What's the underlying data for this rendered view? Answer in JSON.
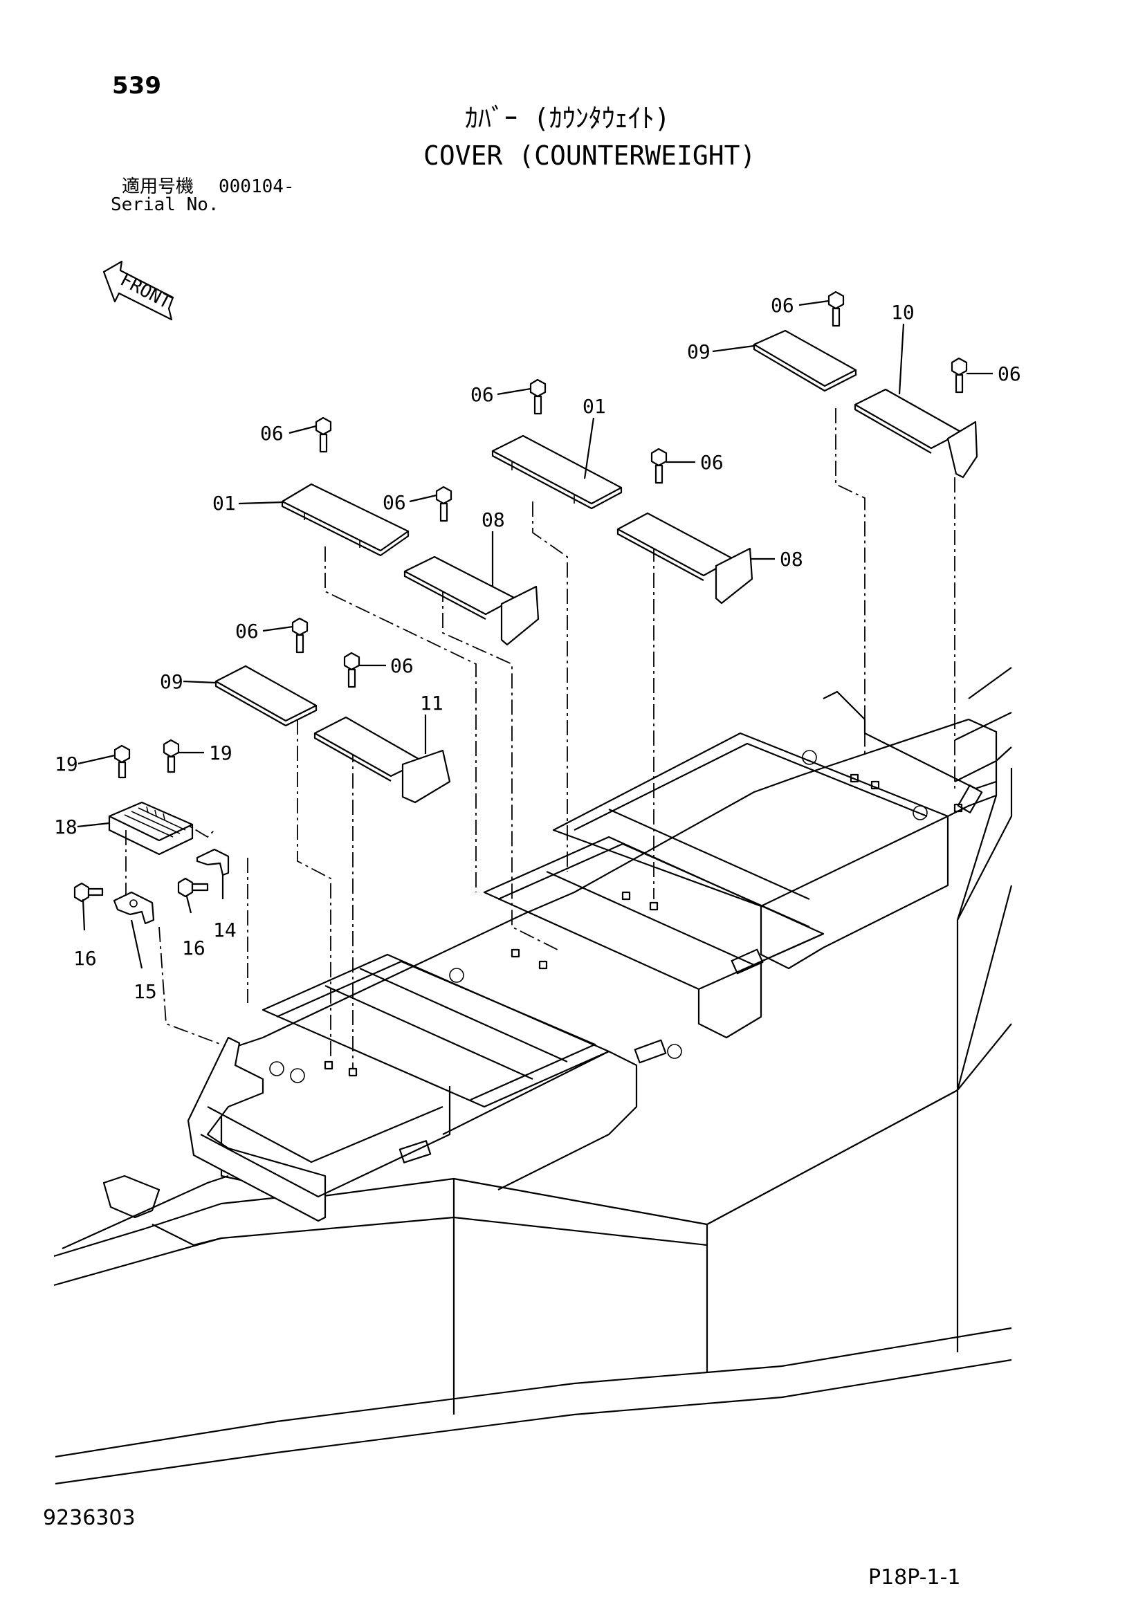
{
  "header": {
    "page_number": "539",
    "title_jp": "ｶﾊﾞｰ (ｶｳﾝﾀｳｪｲﾄ)",
    "title_en": "COVER (COUNTERWEIGHT)",
    "serial_jp": "適用号機",
    "serial_value": "000104-",
    "serial_en": "Serial No."
  },
  "front_arrow": {
    "label": "FRONT",
    "icon": "front-arrow-icon"
  },
  "callouts": {
    "c01a": "01",
    "c01b": "01",
    "c06a": "06",
    "c06b": "06",
    "c06c": "06",
    "c06d": "06",
    "c06e": "06",
    "c06f": "06",
    "c06g": "06",
    "c08a": "08",
    "c08b": "08",
    "c09a": "09",
    "c09b": "09",
    "c10": "10",
    "c11": "11",
    "c14": "14",
    "c15": "15",
    "c16a": "16",
    "c16b": "16",
    "c18": "18",
    "c19a": "19",
    "c19b": "19"
  },
  "footer": {
    "doc_number": "9236303",
    "page_code": "P18P-1-1"
  }
}
